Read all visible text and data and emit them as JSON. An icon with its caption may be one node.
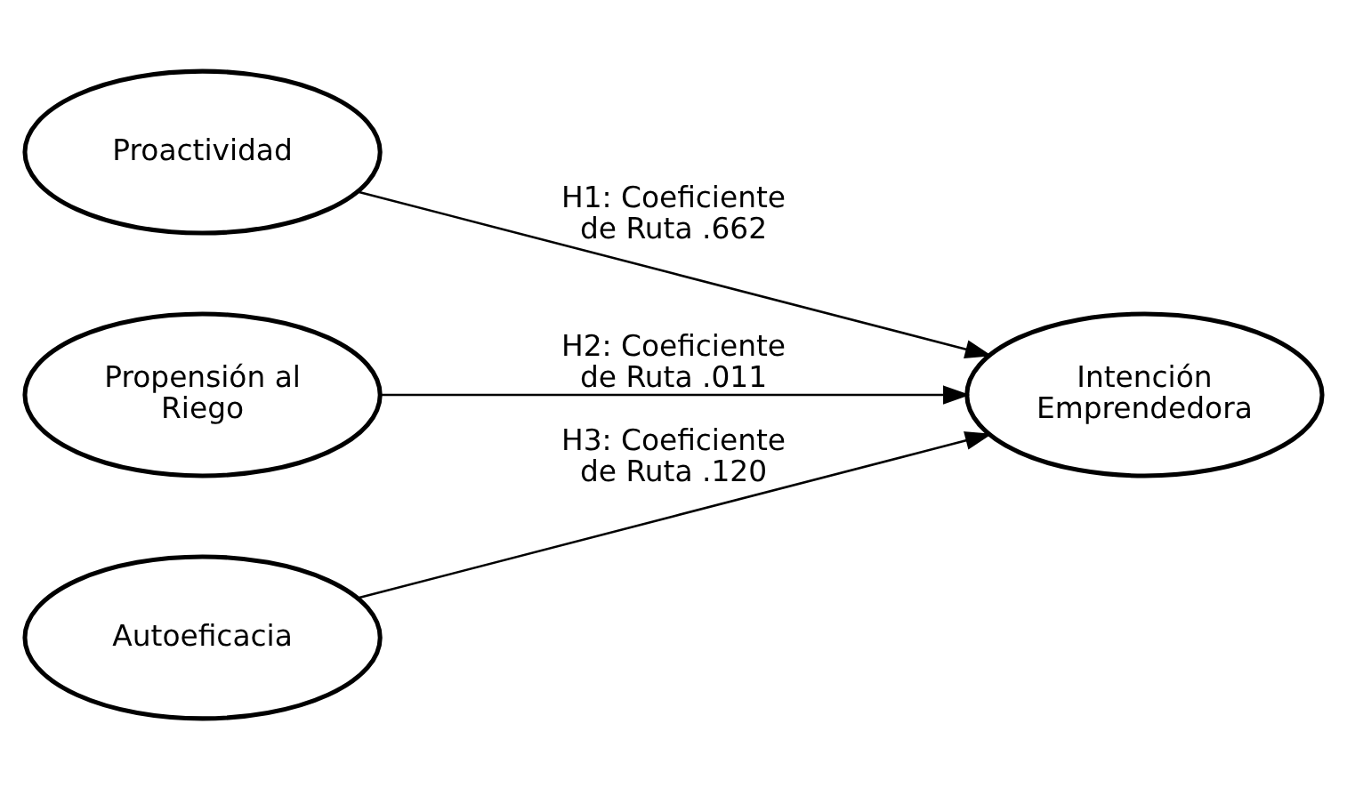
{
  "diagram": {
    "nodes": [
      {
        "text": [
          "Proactividad"
        ]
      },
      {
        "text": [
          "Propensión al Riego"
        ]
      },
      {
        "text": [
          "Autoeficacia"
        ]
      },
      {
        "text": [
          "Intención Emprendedora"
        ]
      }
    ],
    "edges": [
      {
        "from": 0,
        "to": 3,
        "arrow": "to",
        "label": "H1: Coeficiente de Ruta .662"
      },
      {
        "from": 1,
        "to": 3,
        "arrow": "to",
        "label": "H2: Coeficiente de Ruta .011"
      },
      {
        "from": 2,
        "to": 3,
        "arrow": "to",
        "label": "H3: Coeficiente de Ruta .120"
      }
    ]
  }
}
